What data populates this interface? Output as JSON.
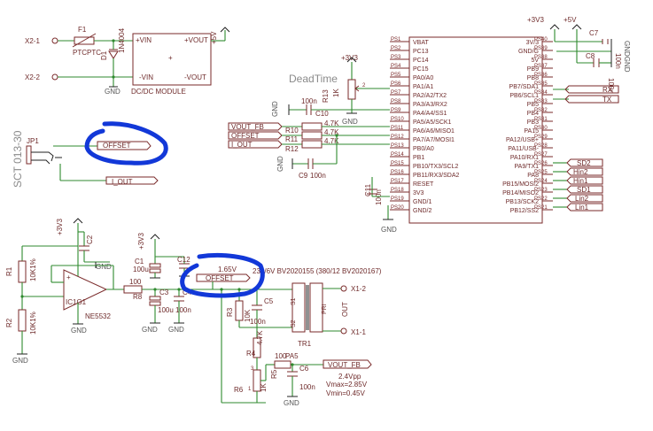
{
  "labels": {
    "f1": "F1",
    "ptc": "PTCPTC",
    "d1": "D1",
    "d1_part": "1N4004",
    "x2_1": "X2-1",
    "x2_2": "X2-2",
    "vin_p": "+VIN",
    "vout_p": "+VOUT",
    "vin_n": "-VIN",
    "vout_n": "-VOUT",
    "plus": "+",
    "dcdc": "DC/DC MODULE",
    "p5v": "+5V",
    "gnd": "GND",
    "p3v3": "+3V3",
    "deadtime": "DeadTime",
    "r13": "R13",
    "r13_val": "1K",
    "c10": "C10",
    "c10_val": "100n",
    "vout_fb": "VOUT_FB",
    "offset": "OFFSET",
    "i_out": "I_OUT",
    "r10": "R10",
    "r11": "R11",
    "r12": "R12",
    "r47k": "4.7K",
    "c9": "C9",
    "c9_val": "100n",
    "c11": "C11",
    "c11_val": "100n",
    "sct": "SCT 013-30",
    "jp1": "JP1",
    "ic_mid": "+",
    "c2": "C2",
    "r1": "R1",
    "r1_val": "10K1%",
    "r2": "R2",
    "r2_val": "10K1%",
    "ic1": "IC1G1",
    "ne5532": "NE5532",
    "c1": "C1",
    "c1_val": "100u",
    "c12": "C12",
    "c3": "C3",
    "c3_val": "100u",
    "c4": "C4",
    "c4_val": "100n",
    "r8": "R8",
    "r8_val": "100",
    "v165": "1.65V",
    "trafo": "230/6V BV2020155 (380/12 BV2020167)",
    "r3": "R3",
    "r3_val": "10K",
    "c5": "C5",
    "c5_val": "100n",
    "pri": "PRI",
    "out": "OUT",
    "x1_2": "X1-2",
    "x1_1": "X1-1",
    "tr1": "TR1",
    "pa5": "PA5",
    "r4": "R4",
    "r4_val": "4.7K",
    "r5": "R5",
    "r5_val": "100",
    "c6": "C6",
    "c6_val": "100n",
    "r6": "R6",
    "r6_val": "1K",
    "v24pp": "2.4Vpp",
    "vmax": "Vmax=2.85V",
    "vmin": "Vmin=0.45V",
    "c7": "C7",
    "c7_val": "100n",
    "c8": "C8",
    "c8_val": "100n",
    "gndgnd": "GNDGND",
    "p3v3_2": "+3V3",
    "p5v_2": "+5V",
    "rx": "RX",
    "tx": "TX",
    "sd2": "SD2",
    "hin2": "Hin2",
    "hin1": "Hin1",
    "sd1": "SD1",
    "lin2": "Lin2",
    "lin1": "Lin1",
    "t1": "1",
    "t2": "2",
    "t3": "3",
    "s1": "S1",
    "s2": "S2"
  },
  "mcu": {
    "left_pins": [
      "VBAT",
      "PC13",
      "PC14",
      "PC15",
      "PA0/A0",
      "PA1/A1",
      "PA2/A2/TX2",
      "PA3/A3/RX2",
      "PA4/A4/SS1",
      "PA5/A5/SCK1",
      "PA6/A6/MISO1",
      "PA7/A7/MOSI1",
      "PB0/A0",
      "PB1",
      "PB10/TX3/SCL2",
      "PB11/RX3/SDA2",
      "RESET",
      "3V3",
      "GND/1",
      "GND/2"
    ],
    "left_nums": [
      "PS1",
      "PS2",
      "PS3",
      "PS4",
      "PS5",
      "PS6",
      "PS7",
      "PS8",
      "PS9",
      "PS10",
      "PS11",
      "PS12",
      "PS13",
      "PS14",
      "PS15",
      "PS16",
      "PS17",
      "PS18",
      "PS19",
      "PS20"
    ],
    "right_pins": [
      "3V/3",
      "GND/G",
      "5V",
      "PB9",
      "PB8",
      "PB7/SDA1",
      "PB6/SCL1",
      "PB5",
      "PB4",
      "PB3",
      "PA15",
      "PA12/USB+",
      "PA11/USB-",
      "PA10/RX1",
      "PA9/TX1",
      "PA8",
      "PB15/MOSI2",
      "PB14/MISO2",
      "PB13/SCK2",
      "PB12/SS2"
    ],
    "right_nums": [
      "PS40",
      "PS39",
      "PS38",
      "PS37",
      "PS36",
      "PS35",
      "PS34",
      "PS33",
      "PS32",
      "PS31",
      "PS30",
      "PS29",
      "PS28",
      "PS27",
      "PS26",
      "PS25",
      "PS24",
      "PS23",
      "PS22",
      "PS21"
    ]
  },
  "colors": {
    "wire": "#2f8a2f",
    "part": "#7a2a2a",
    "text": "#6e2a2a",
    "annotation": "#1238d8"
  }
}
